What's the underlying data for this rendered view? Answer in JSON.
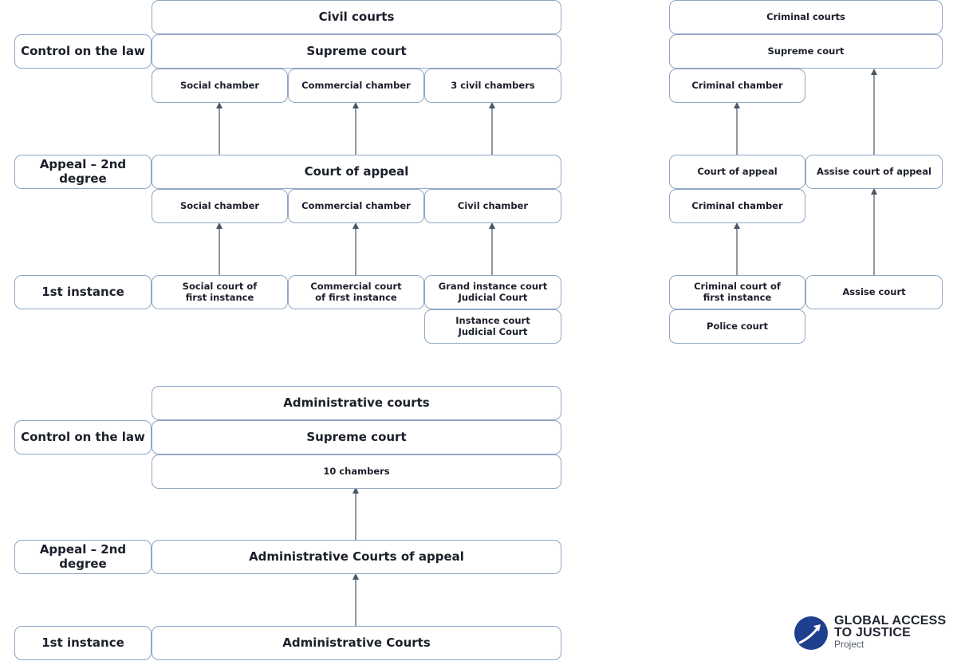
{
  "civil": {
    "title": "Civil courts",
    "levels": {
      "control": "Control on the law",
      "appeal": "Appeal – 2nd degree",
      "first": "1st instance"
    },
    "supreme": "Supreme court",
    "supreme_chambers": [
      "Social chamber",
      "Commercial chamber",
      "3 civil chambers"
    ],
    "appeal_court": "Court of appeal",
    "appeal_chambers": [
      "Social chamber",
      "Commercial chamber",
      "Civil chamber"
    ],
    "first_instance": [
      "Social court of\nfirst instance",
      "Commercial court\nof first instance",
      "Grand instance court\nJudicial Court",
      "Instance court\nJudicial Court"
    ]
  },
  "criminal": {
    "title": "Criminal courts",
    "supreme": "Supreme court",
    "supreme_chamber": "Criminal chamber",
    "appeal_court": "Court of appeal",
    "assise_appeal": "Assise court of appeal",
    "appeal_chamber": "Criminal chamber",
    "first_instance": [
      "Criminal court of\nfirst instance",
      "Police court"
    ],
    "assise": "Assise court"
  },
  "administrative": {
    "title": "Administrative courts",
    "levels": {
      "control": "Control on the law",
      "appeal": "Appeal – 2nd degree",
      "first": "1st instance"
    },
    "supreme": "Supreme court",
    "chambers": "10 chambers",
    "appeal_court": "Administrative Courts of appeal",
    "first_instance": "Administrative Courts"
  },
  "logo": {
    "line1": "GLOBAL ACCESS",
    "line2": "TO JUSTICE",
    "line3": "Project",
    "colors": {
      "mark": "#1f3f8f",
      "arrow": "#ffffff"
    }
  },
  "style": {
    "box_border": "#8fa6c4",
    "arrow": "#4a5566",
    "text": "#1b1f2a"
  }
}
